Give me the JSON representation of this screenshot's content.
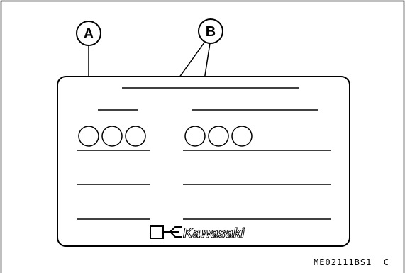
{
  "callouts": {
    "a": "A",
    "b": "B"
  },
  "label_card": {
    "brand": "Kawasaki",
    "brand_logo": "kawasaki-river-mark",
    "digit_circles_per_group": 3
  },
  "figure_code": "ME02111BS1  C"
}
